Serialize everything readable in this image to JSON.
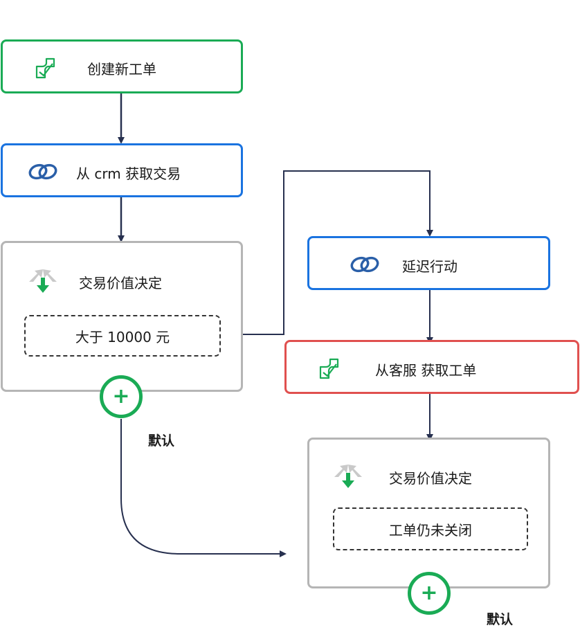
{
  "nodes": {
    "create_ticket": {
      "label": "创建新工单",
      "icon": "zendesk-icon"
    },
    "get_deal": {
      "label": "从 crm 获取交易",
      "icon": "zoho-crm-icon"
    },
    "decision1": {
      "label": "交易价值决定",
      "icon": "decision-icon",
      "condition": "大于 10000 元",
      "default_label": "默认"
    },
    "delay": {
      "label": "延迟行动",
      "icon": "zoho-crm-icon"
    },
    "get_ticket": {
      "label": "从客服 获取工单",
      "icon": "zendesk-icon"
    },
    "decision2": {
      "label": "交易价值决定",
      "icon": "decision-icon",
      "condition": "工单仍未关闭",
      "default_label": "默认"
    }
  },
  "colors": {
    "green": "#1aab55",
    "blue": "#1a73e0",
    "red": "#e0504f",
    "gray": "#b5b5b5",
    "connector": "#27304f"
  }
}
